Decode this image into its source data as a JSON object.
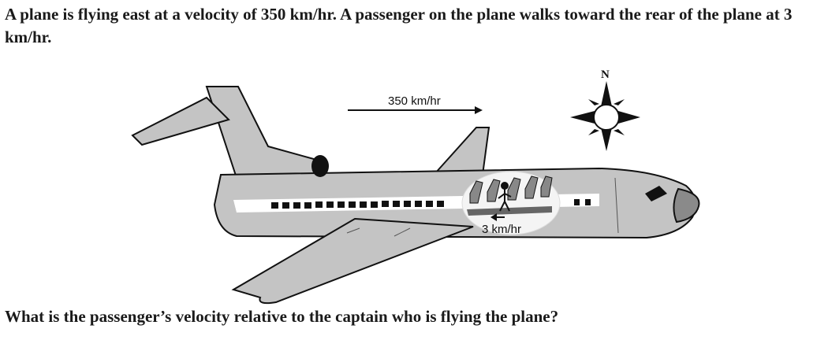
{
  "problem": {
    "statement": "A plane is flying east at a velocity of 350 km/hr. A passenger on the plane walks toward the rear of the plane at 3 km/hr.",
    "question": "What is the passenger’s velocity relative to the captain who is flying the plane?"
  },
  "figure": {
    "plane_velocity_label": "350 km/hr",
    "passenger_velocity_label": "3 km/hr",
    "compass_north_label": "N"
  },
  "colors": {
    "fuselage": "#c4c4c4",
    "outline": "#111111",
    "cabin_bubble": "#f4f4f4"
  }
}
